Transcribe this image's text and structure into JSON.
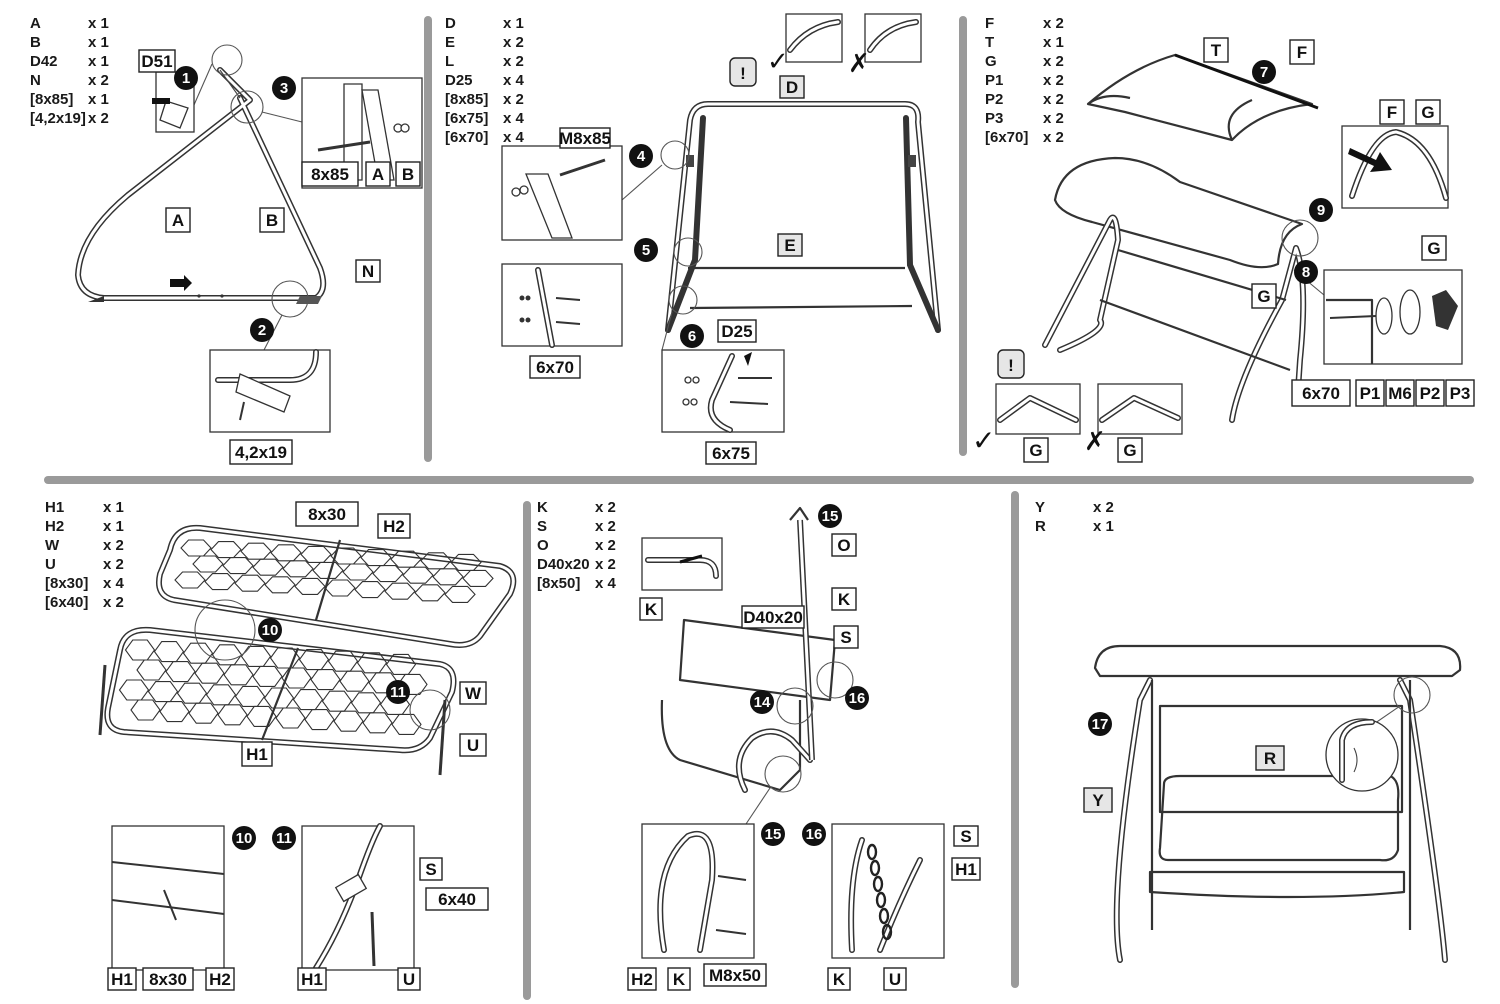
{
  "panels": [
    {
      "id": "p1",
      "parts": [
        {
          "code": "A",
          "qty": "x 1"
        },
        {
          "code": "B",
          "qty": "x 1"
        },
        {
          "code": "D42",
          "qty": "x 1"
        },
        {
          "code": "N",
          "qty": "x 2"
        },
        {
          "code": "[8x85]",
          "qty": "x 1"
        },
        {
          "code": "[4,2x19]",
          "qty": "x 2"
        }
      ]
    },
    {
      "id": "p2",
      "parts": [
        {
          "code": "D",
          "qty": "x 1"
        },
        {
          "code": "E",
          "qty": "x 2"
        },
        {
          "code": "L",
          "qty": "x 2"
        },
        {
          "code": "D25",
          "qty": "x 4"
        },
        {
          "code": "[8x85]",
          "qty": "x 2"
        },
        {
          "code": "[6x75]",
          "qty": "x 4"
        },
        {
          "code": "[6x70]",
          "qty": "x 4"
        }
      ]
    },
    {
      "id": "p3",
      "parts": [
        {
          "code": "F",
          "qty": "x 2"
        },
        {
          "code": "T",
          "qty": "x 1"
        },
        {
          "code": "G",
          "qty": "x 2"
        },
        {
          "code": "P1",
          "qty": "x 2"
        },
        {
          "code": "P2",
          "qty": "x 2"
        },
        {
          "code": "P3",
          "qty": "x 2"
        },
        {
          "code": "[6x70]",
          "qty": "x 2"
        }
      ]
    },
    {
      "id": "p4",
      "parts": [
        {
          "code": "H1",
          "qty": "x 1"
        },
        {
          "code": "H2",
          "qty": "x 1"
        },
        {
          "code": "W",
          "qty": "x 2"
        },
        {
          "code": "U",
          "qty": "x 2"
        },
        {
          "code": "[8x30]",
          "qty": "x 4"
        },
        {
          "code": "[6x40]",
          "qty": "x 2"
        }
      ]
    },
    {
      "id": "p5",
      "parts": [
        {
          "code": "K",
          "qty": "x 2"
        },
        {
          "code": "S",
          "qty": "x 2"
        },
        {
          "code": "O",
          "qty": "x 2"
        },
        {
          "code": "D40x20",
          "qty": "x 2"
        },
        {
          "code": "[8x50]",
          "qty": "x 4"
        }
      ]
    },
    {
      "id": "p6",
      "parts": [
        {
          "code": "Y",
          "qty": "x 2"
        },
        {
          "code": "R",
          "qty": "x 1"
        }
      ]
    }
  ],
  "labels": {
    "D51": "D51",
    "A": "A",
    "B": "B",
    "N": "N",
    "b8x85": "8x85",
    "b4219": "4,2x19",
    "D": "D",
    "E": "E",
    "M8x85": "M8x85",
    "b6x70": "6x70",
    "D25": "D25",
    "b6x75": "6x75",
    "T": "T",
    "F": "F",
    "G": "G",
    "P1": "P1",
    "M6": "M6",
    "P2": "P2",
    "P3": "P3",
    "excl": "!",
    "b8x30": "8x30",
    "H1": "H1",
    "H2": "H2",
    "W": "W",
    "U": "U",
    "S": "S",
    "b6x40": "6x40",
    "O": "O",
    "K": "K",
    "D40x20": "D40x20",
    "M8x50": "M8x50",
    "R": "R",
    "Y": "Y"
  },
  "steps": [
    "1",
    "2",
    "3",
    "4",
    "5",
    "6",
    "7",
    "8",
    "9",
    "10",
    "11",
    "14",
    "15",
    "16",
    "17"
  ],
  "marks": {
    "ok": "✓",
    "bad": "✗"
  }
}
